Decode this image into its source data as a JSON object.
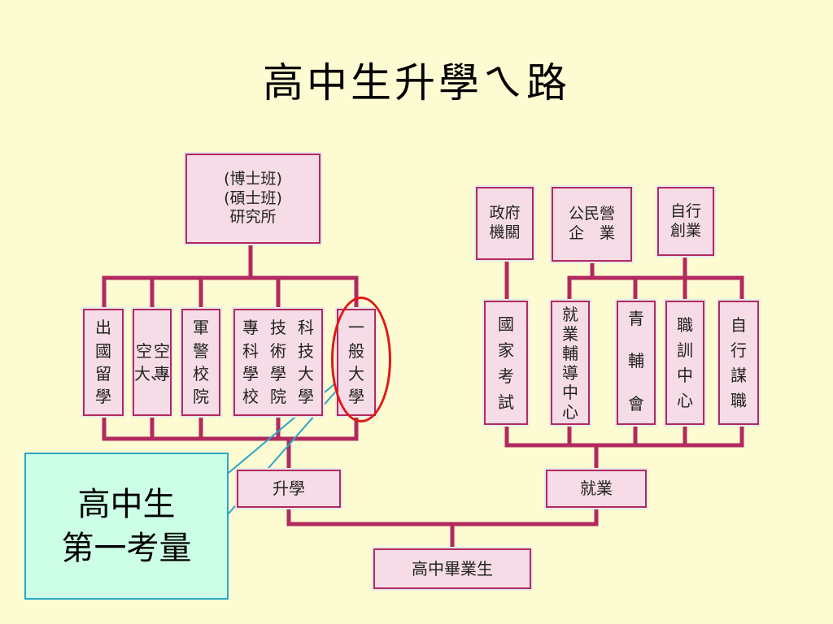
{
  "title": "高中生升學ㄟ路",
  "boxes": {
    "graduate_school": "(博士班)\n(碩士班)\n研究所",
    "study_abroad": "出國留學",
    "open_univ": [
      "空大、",
      "空專"
    ],
    "military": "軍警校院",
    "tech": [
      "專科學校",
      "技術學院",
      "科技大學"
    ],
    "general_univ": "一般大學",
    "government": "政府\n機關",
    "enterprise": "公民營\n企　業",
    "self_employed": "自行\n創業",
    "national_exam": "國家考試",
    "employment_center": "就業輔導中心",
    "youth_counseling": [
      "青",
      "輔",
      "會"
    ],
    "vocational_center": "職訓中心",
    "self_job": "自行謀職",
    "further_study": "升學",
    "employment": "就業",
    "graduate": "高中畢業生"
  },
  "callout": {
    "line1": "高中生",
    "line2": "第一考量"
  },
  "colors": {
    "line": "#b22a5e",
    "box_fill": "#f6dce7",
    "callout_fill": "#ccffe6",
    "callout_border": "#2aa6c6",
    "highlight": "#e01818"
  }
}
